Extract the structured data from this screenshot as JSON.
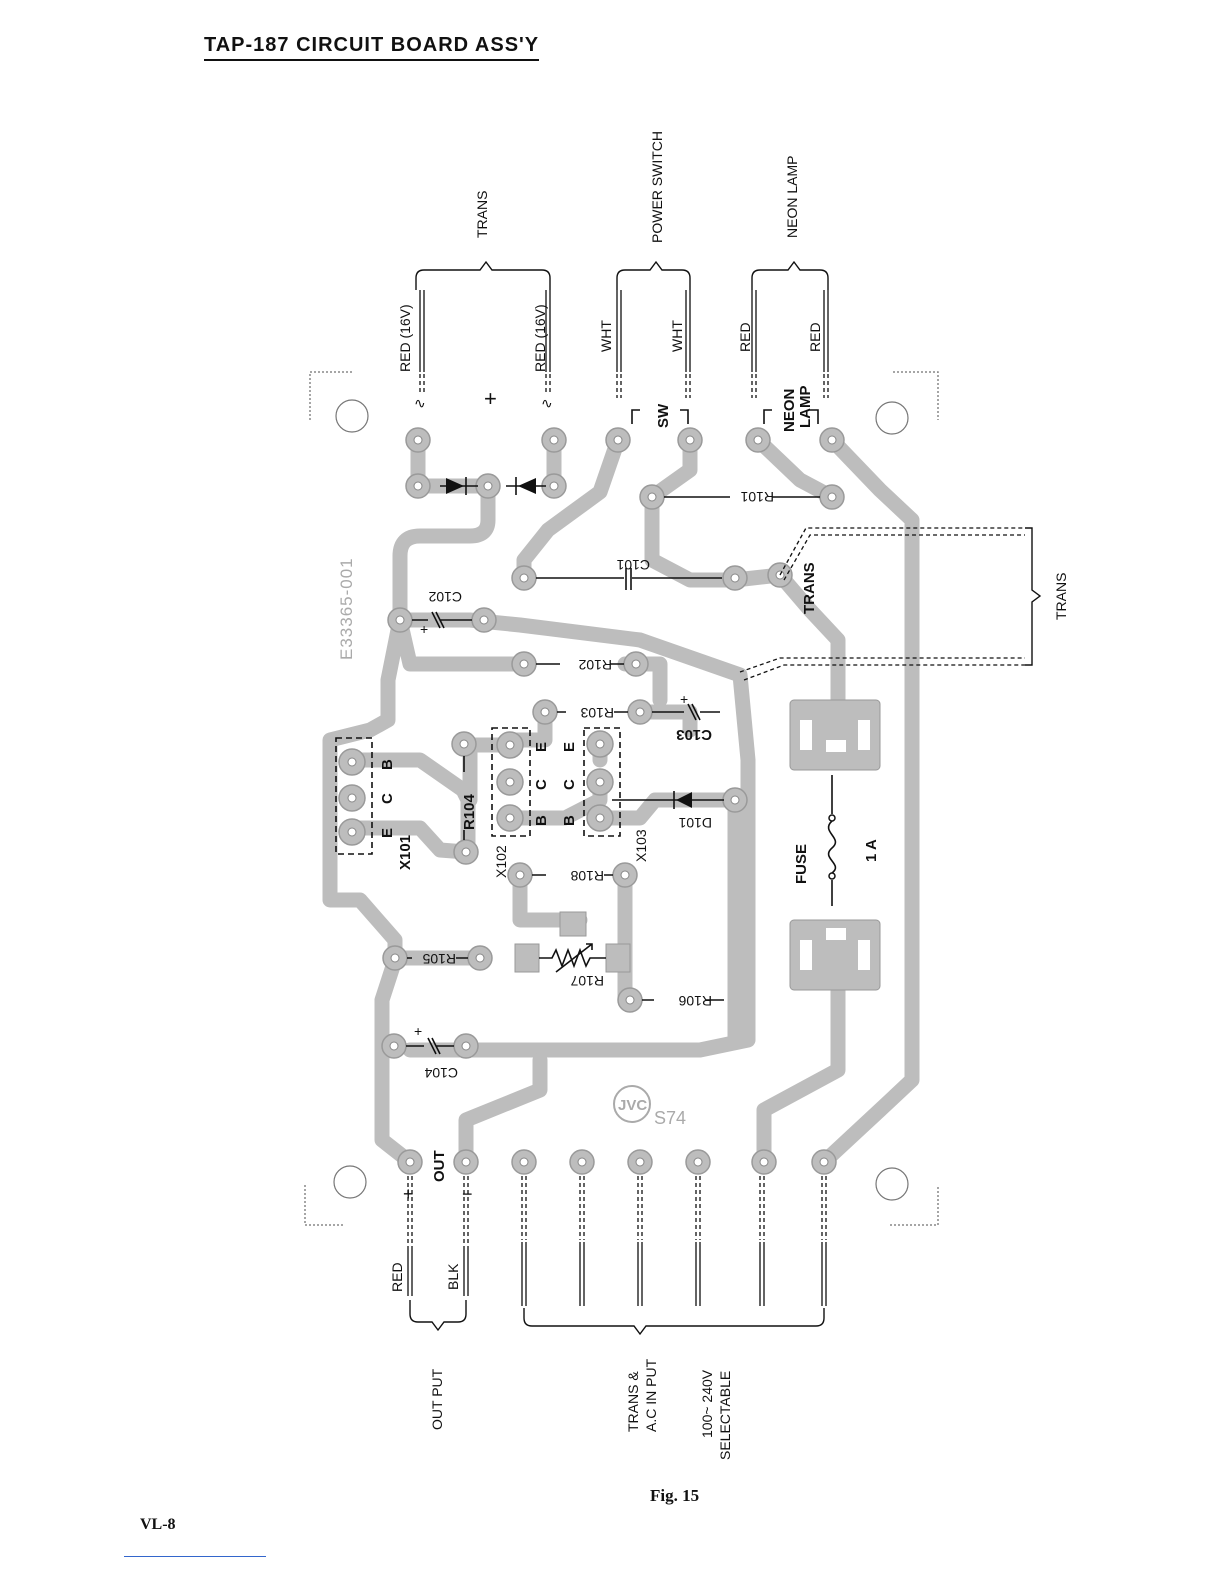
{
  "title": "TAP-187 CIRCUIT BOARD ASS'Y",
  "figure_caption": "Fig. 15",
  "page_number": "VL-8",
  "board_id": "E33365-001",
  "logo_text": "JVC",
  "logo_code": "S74",
  "top_groups": {
    "trans": "TRANS",
    "power_switch": "POWER SWITCH",
    "neon_lamp": "NEON LAMP"
  },
  "top_wires": {
    "red_16v_a": "RED (16V)",
    "red_16v_b": "RED (16V)",
    "wht_a": "WHT",
    "wht_b": "WHT",
    "red_a": "RED",
    "red_b": "RED"
  },
  "board_labels": {
    "sw": "SW",
    "neon": "NEON",
    "lamp": "LAMP",
    "trans_inner": "TRANS",
    "trans_side": "TRANS",
    "fuse": "FUSE",
    "fuse_rating": "1 A",
    "out": "OUT",
    "plus": "+",
    "minus": "−"
  },
  "components": {
    "r101": "R101",
    "r102": "R102",
    "r103": "R103",
    "r104": "R104",
    "r105": "R105",
    "r106": "R106",
    "r107": "R107",
    "r108": "R108",
    "c101": "C101",
    "c102": "C102",
    "c103": "C103",
    "c104": "C104",
    "d101": "D101",
    "x101": "X101",
    "x102": "X102",
    "x103": "X103"
  },
  "transistor_pins": {
    "x101": [
      "E",
      "C",
      "B"
    ],
    "x102": [
      "B",
      "C",
      "E"
    ],
    "x103": [
      "B",
      "C",
      "E"
    ]
  },
  "bottom_wires": {
    "red": "RED",
    "blk": "BLK"
  },
  "bottom_groups": {
    "output": "OUT PUT",
    "trans_ac_line1": "TRANS &",
    "trans_ac_line2": "A.C IN PUT",
    "selectable_line1": "100~ 240V",
    "selectable_line2": "SELECTABLE"
  }
}
